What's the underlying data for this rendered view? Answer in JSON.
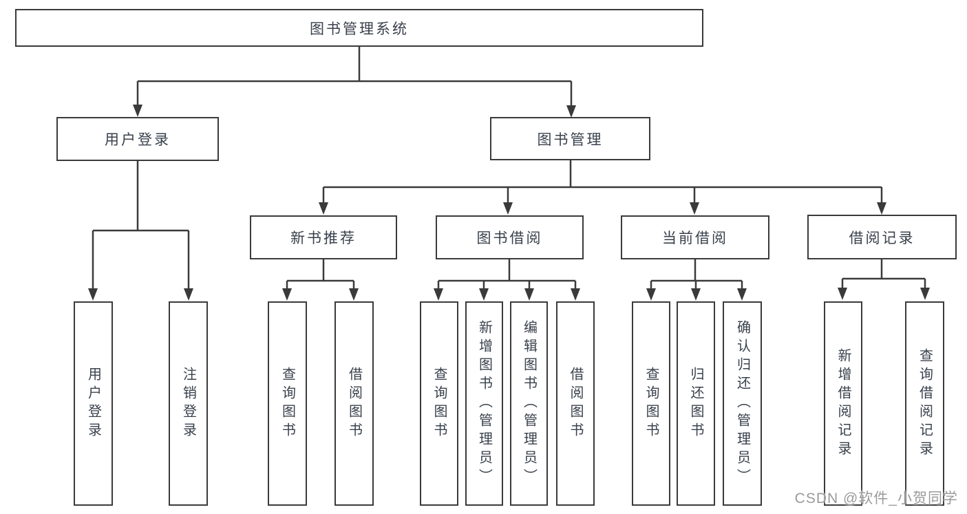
{
  "tree": {
    "label": "图书管理系统",
    "children": [
      {
        "label": "用户登录",
        "children": [
          {
            "label": "用户登录"
          },
          {
            "label": "注销登录"
          }
        ]
      },
      {
        "label": "图书管理",
        "children": [
          {
            "label": "新书推荐",
            "children": [
              {
                "label": "查询图书"
              },
              {
                "label": "借阅图书"
              }
            ]
          },
          {
            "label": "图书借阅",
            "children": [
              {
                "label": "查询图书"
              },
              {
                "label": "新增图书（管理员）"
              },
              {
                "label": "编辑图书（管理员）"
              },
              {
                "label": "借阅图书"
              }
            ]
          },
          {
            "label": "当前借阅",
            "children": [
              {
                "label": "查询图书"
              },
              {
                "label": "归还图书"
              },
              {
                "label": "确认归还（管理员）"
              }
            ]
          },
          {
            "label": "借阅记录",
            "children": [
              {
                "label": "新增借阅记录"
              },
              {
                "label": "查询借阅记录"
              }
            ]
          }
        ]
      }
    ]
  },
  "watermark": {
    "text": "CSDN @软件_小贺同学"
  },
  "colors": {
    "line": "#3a3a3a",
    "box_border": "#3a3a3a",
    "box_fill": "#ffffff",
    "text": "#39414c",
    "watermark": "#9a9a9a",
    "background": "#ffffff"
  }
}
